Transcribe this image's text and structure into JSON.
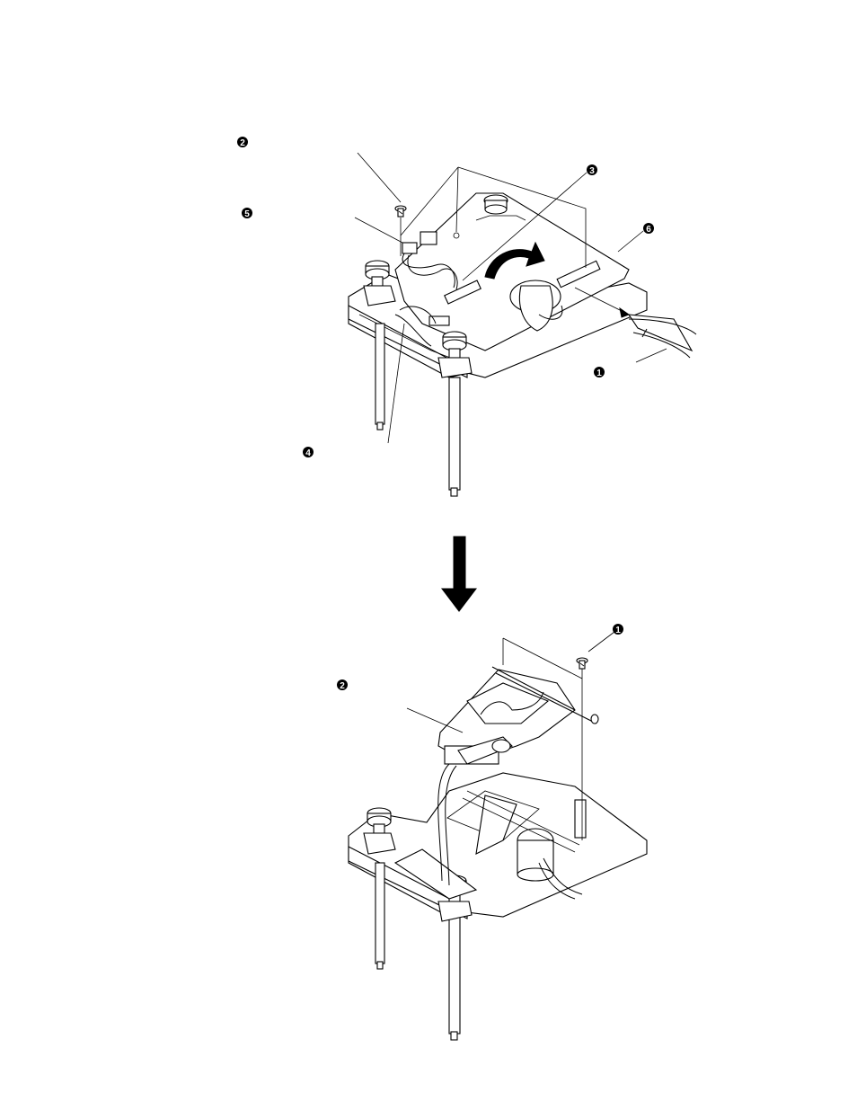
{
  "top_view": {
    "callouts": [
      {
        "id": "callout-2",
        "label": "2"
      },
      {
        "id": "callout-5",
        "label": "5"
      },
      {
        "id": "callout-3",
        "label": "3"
      },
      {
        "id": "callout-6",
        "label": "6"
      },
      {
        "id": "callout-1",
        "label": "1"
      },
      {
        "id": "callout-4",
        "label": "4"
      }
    ]
  },
  "bottom_view": {
    "callouts": [
      {
        "id": "callout-1",
        "label": "1"
      },
      {
        "id": "callout-2",
        "label": "2"
      }
    ]
  },
  "colors": {
    "line": "#000000",
    "background": "#ffffff"
  },
  "icons": [
    "screw-icon",
    "rotate-arrow-icon",
    "down-arrow-icon",
    "hand-icon"
  ]
}
